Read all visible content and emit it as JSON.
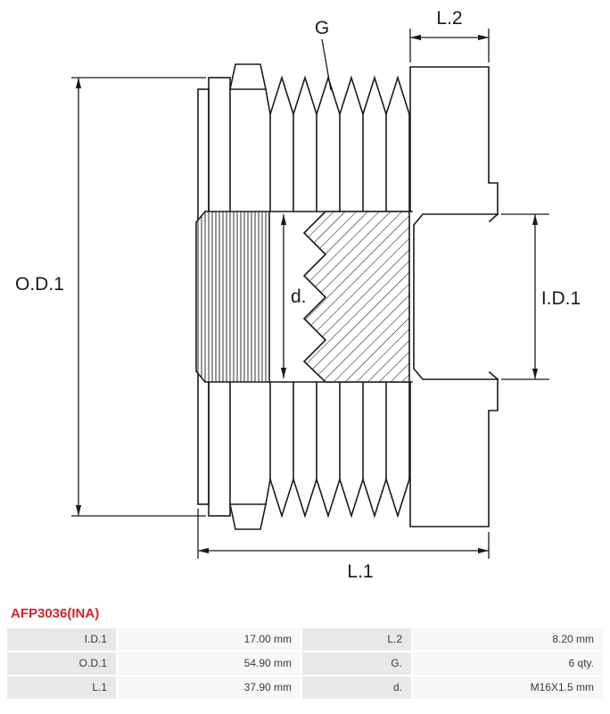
{
  "part_number": "AFP3036(INA)",
  "drawing": {
    "labels": {
      "od1": "O.D.1",
      "id1": "I.D.1",
      "l1": "L.1",
      "l2": "L.2",
      "g": "G",
      "d": "d."
    }
  },
  "colors": {
    "part_number_red": "#d2232a",
    "line": "#1a1a1a",
    "label_cell_bg": "#e8e8e8",
    "value_cell_bg": "#f7f7f7",
    "table_text": "#3a3a3a"
  },
  "spec_table": {
    "rows": [
      {
        "label_left": "I.D.1",
        "value_left": "17.00 mm",
        "label_right": "L.2",
        "value_right": "8.20 mm"
      },
      {
        "label_left": "O.D.1",
        "value_left": "54.90 mm",
        "label_right": "G.",
        "value_right": "6 qty."
      },
      {
        "label_left": "L.1",
        "value_left": "37.90 mm",
        "label_right": "d.",
        "value_right": "M16X1.5 mm"
      }
    ]
  }
}
